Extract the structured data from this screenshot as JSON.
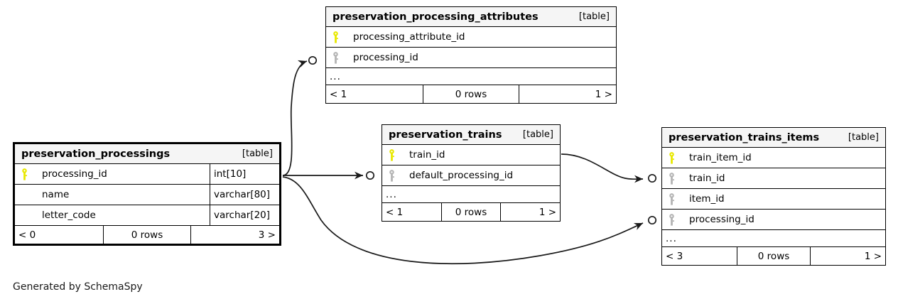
{
  "diagram": {
    "generator_credit": "Generated by SchemaSpy",
    "table_kind_label": "[table]",
    "ellipsis": "...",
    "primary_key_color": "#e8e800",
    "foreign_key_color": "#b4b4b4",
    "background_color": "#ffffff",
    "header_fill": "#f5f5f5",
    "line_color": "#1a1a1a"
  },
  "tables": [
    {
      "id": "preservation_processing_attributes",
      "name": "preservation_processing_attributes",
      "kind": "[table]",
      "columns": [
        {
          "name": "processing_attribute_id",
          "key": "primary",
          "type": ""
        },
        {
          "name": "processing_id",
          "key": "foreign",
          "type": ""
        }
      ],
      "more": "...",
      "footer": {
        "left": "< 1",
        "middle": "0 rows",
        "right": "1 >"
      }
    },
    {
      "id": "preservation_processings",
      "name": "preservation_processings",
      "kind": "[table]",
      "columns": [
        {
          "name": "processing_id",
          "key": "primary",
          "type": "int[10]"
        },
        {
          "name": "name",
          "key": "none",
          "type": "varchar[80]"
        },
        {
          "name": "letter_code",
          "key": "none",
          "type": "varchar[20]"
        }
      ],
      "more": "",
      "footer": {
        "left": "< 0",
        "middle": "0 rows",
        "right": "3 >"
      }
    },
    {
      "id": "preservation_trains",
      "name": "preservation_trains",
      "kind": "[table]",
      "columns": [
        {
          "name": "train_id",
          "key": "primary",
          "type": ""
        },
        {
          "name": "default_processing_id",
          "key": "foreign",
          "type": ""
        }
      ],
      "more": "...",
      "footer": {
        "left": "< 1",
        "middle": "0 rows",
        "right": "1 >"
      }
    },
    {
      "id": "preservation_trains_items",
      "name": "preservation_trains_items",
      "kind": "[table]",
      "columns": [
        {
          "name": "train_item_id",
          "key": "primary",
          "type": ""
        },
        {
          "name": "train_id",
          "key": "foreign",
          "type": ""
        },
        {
          "name": "item_id",
          "key": "foreign",
          "type": ""
        },
        {
          "name": "processing_id",
          "key": "foreign",
          "type": ""
        }
      ],
      "more": "...",
      "footer": {
        "left": "< 3",
        "middle": "0 rows",
        "right": "1 >"
      }
    }
  ],
  "relationships": [
    {
      "from": "preservation_processings.processing_id",
      "to": "preservation_processing_attributes.processing_id"
    },
    {
      "from": "preservation_processings.processing_id",
      "to": "preservation_trains.default_processing_id"
    },
    {
      "from": "preservation_processings.processing_id",
      "to": "preservation_trains_items.processing_id"
    },
    {
      "from": "preservation_trains.train_id",
      "to": "preservation_trains_items.train_id"
    }
  ]
}
